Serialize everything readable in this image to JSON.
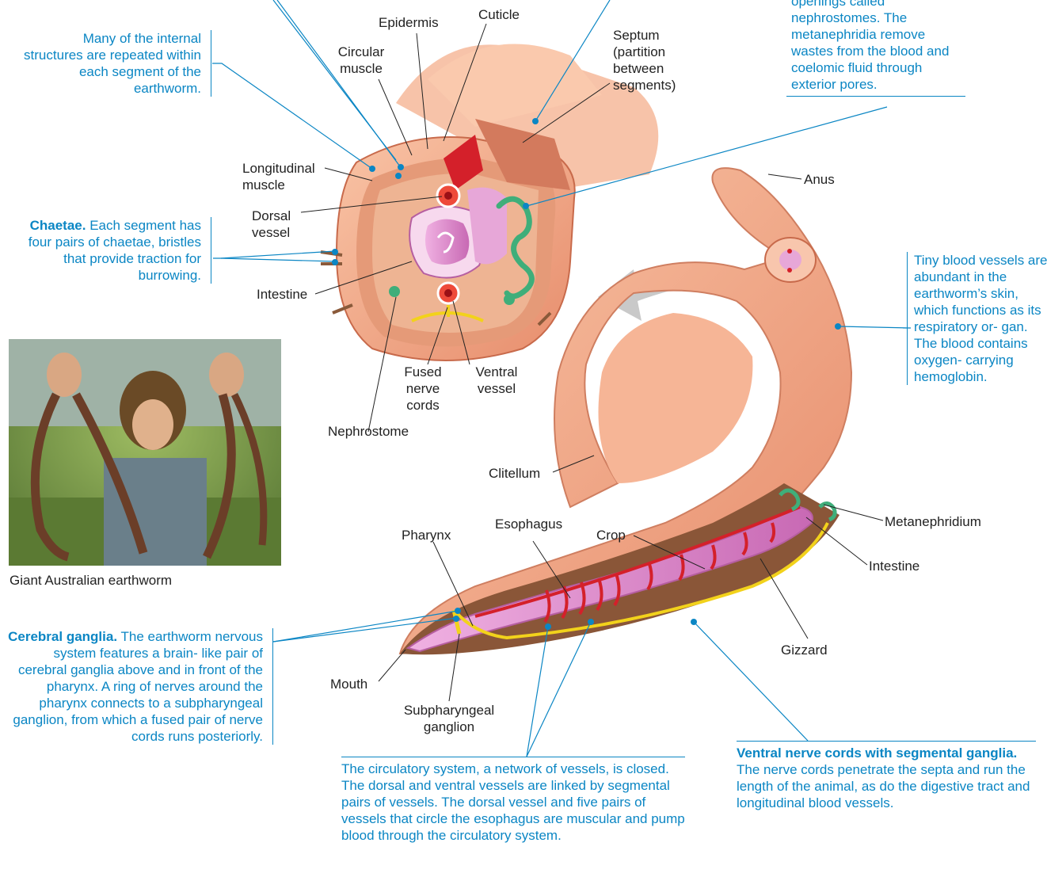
{
  "notes": {
    "top_partial": "openings called nephrostomes. The metanephridia remove wastes from the blood and coelomic fluid through exterior pores.",
    "repeated": "Many of the internal structures are repeated within each segment of the earthworm.",
    "chaetae_bold": "Chaetae.",
    "chaetae_text": " Each segment has four pairs of chaetae, bristles that provide traction for burrowing.",
    "skin": "Tiny blood vessels are abundant in the earthworm’s skin, which functions as its respiratory or- gan. The blood contains oxygen- carrying hemoglobin.",
    "cerebral_bold": "Cerebral ganglia.",
    "cerebral_text": " The earthworm nervous system features a brain- like pair of cerebral ganglia above and in front of the pharynx. A ring of nerves around the pharynx connects to a subpharyngeal ganglion, from which a fused pair of nerve cords runs posteriorly.",
    "ventral_bold": "Ventral nerve cords with segmental ganglia.",
    "ventral_text": " The nerve cords penetrate the septa and run the length of the animal, as do the digestive tract and longitudinal blood vessels.",
    "circulatory": "The circulatory system, a network of vessels, is closed. The dorsal and ventral vessels are linked by segmental pairs of vessels. The dorsal vessel and five pairs of vessels that circle the esophagus are muscular and pump blood through the circulatory system."
  },
  "labels": {
    "epidermis": "Epidermis",
    "cuticle": "Cuticle",
    "circular_muscle": "Circular muscle",
    "septum": "Septum (partition between segments)",
    "longitudinal_muscle": "Longitudinal muscle",
    "dorsal_vessel": "Dorsal vessel",
    "intestine_cross": "Intestine",
    "fused_nerve_cords": "Fused nerve cords",
    "ventral_vessel": "Ventral vessel",
    "nephrostome": "Nephrostome",
    "anus": "Anus",
    "clitellum": "Clitellum",
    "pharynx": "Pharynx",
    "esophagus": "Esophagus",
    "crop": "Crop",
    "metanephridium": "Metanephridium",
    "intestine_body": "Intestine",
    "gizzard": "Gizzard",
    "mouth": "Mouth",
    "subpharyngeal": "Subpharyngeal ganglion"
  },
  "photo_caption": "Giant Australian earthworm",
  "colors": {
    "note_blue": "#0b86c4",
    "worm_skin": "#f2a585",
    "gut_pink": "#d886c8",
    "vessel_red": "#d4202a",
    "nerve_yellow": "#f2d21b",
    "nephridium_green": "#3fae7a"
  }
}
